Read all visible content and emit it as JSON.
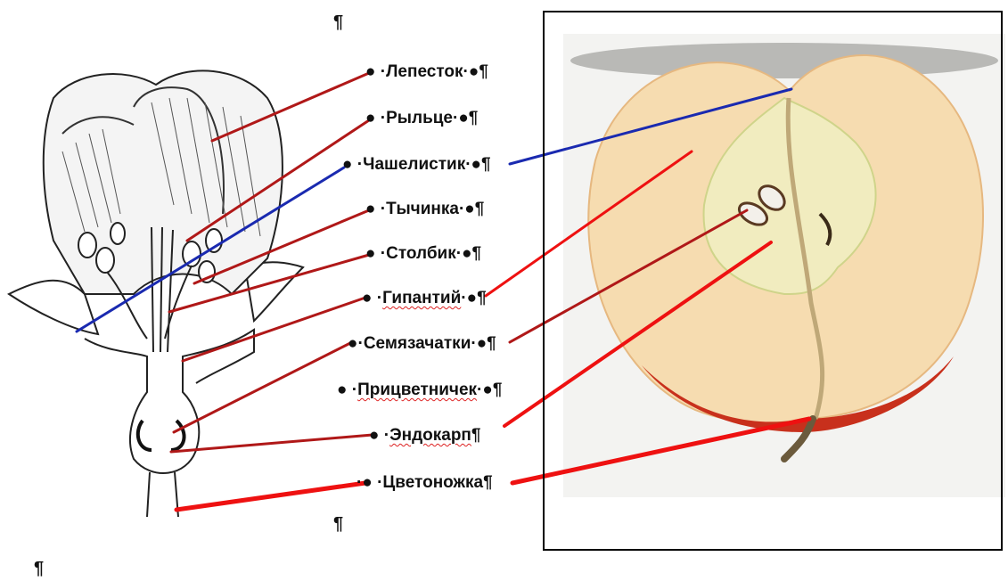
{
  "pilcrow": "¶",
  "labels": [
    {
      "id": "petal",
      "pre": "● ·",
      "text": "Лепесток",
      "post": "·●¶",
      "squiggle": false
    },
    {
      "id": "stigma",
      "pre": "● ·",
      "text": "Рыльце",
      "post": "·●¶",
      "squiggle": false
    },
    {
      "id": "sepal",
      "pre": "● ·",
      "text": "Чашелистик",
      "post": "·●¶",
      "squiggle": false
    },
    {
      "id": "stamen",
      "pre": "● ·",
      "text": "Тычинка",
      "post": "·●¶",
      "squiggle": false
    },
    {
      "id": "style",
      "pre": "● ·",
      "text": "Столбик",
      "post": "·●¶",
      "squiggle": false
    },
    {
      "id": "hypanthium",
      "pre": "● ·",
      "text": "Гипантий",
      "post": "·●¶",
      "squiggle": true
    },
    {
      "id": "ovules",
      "pre": "●·",
      "text": "Семязачатки",
      "post": "·●¶",
      "squiggle": false
    },
    {
      "id": "bracteole",
      "pre": "● ·",
      "text": "Прицветничек",
      "post": "·●¶",
      "squiggle": true
    },
    {
      "id": "endocarp",
      "pre": "● ·",
      "text": "Эндокарп",
      "post": "¶",
      "squiggle": true
    },
    {
      "id": "pedicel",
      "pre": "·● ·",
      "text": "Цветоножка",
      "post": "¶",
      "squiggle": false
    }
  ],
  "colors": {
    "dark_red": "#b01818",
    "bright_red": "#ee1111",
    "blue": "#1a2ab0",
    "apple_flesh": "#f6dcb0",
    "apple_skin": "#c8301c"
  }
}
